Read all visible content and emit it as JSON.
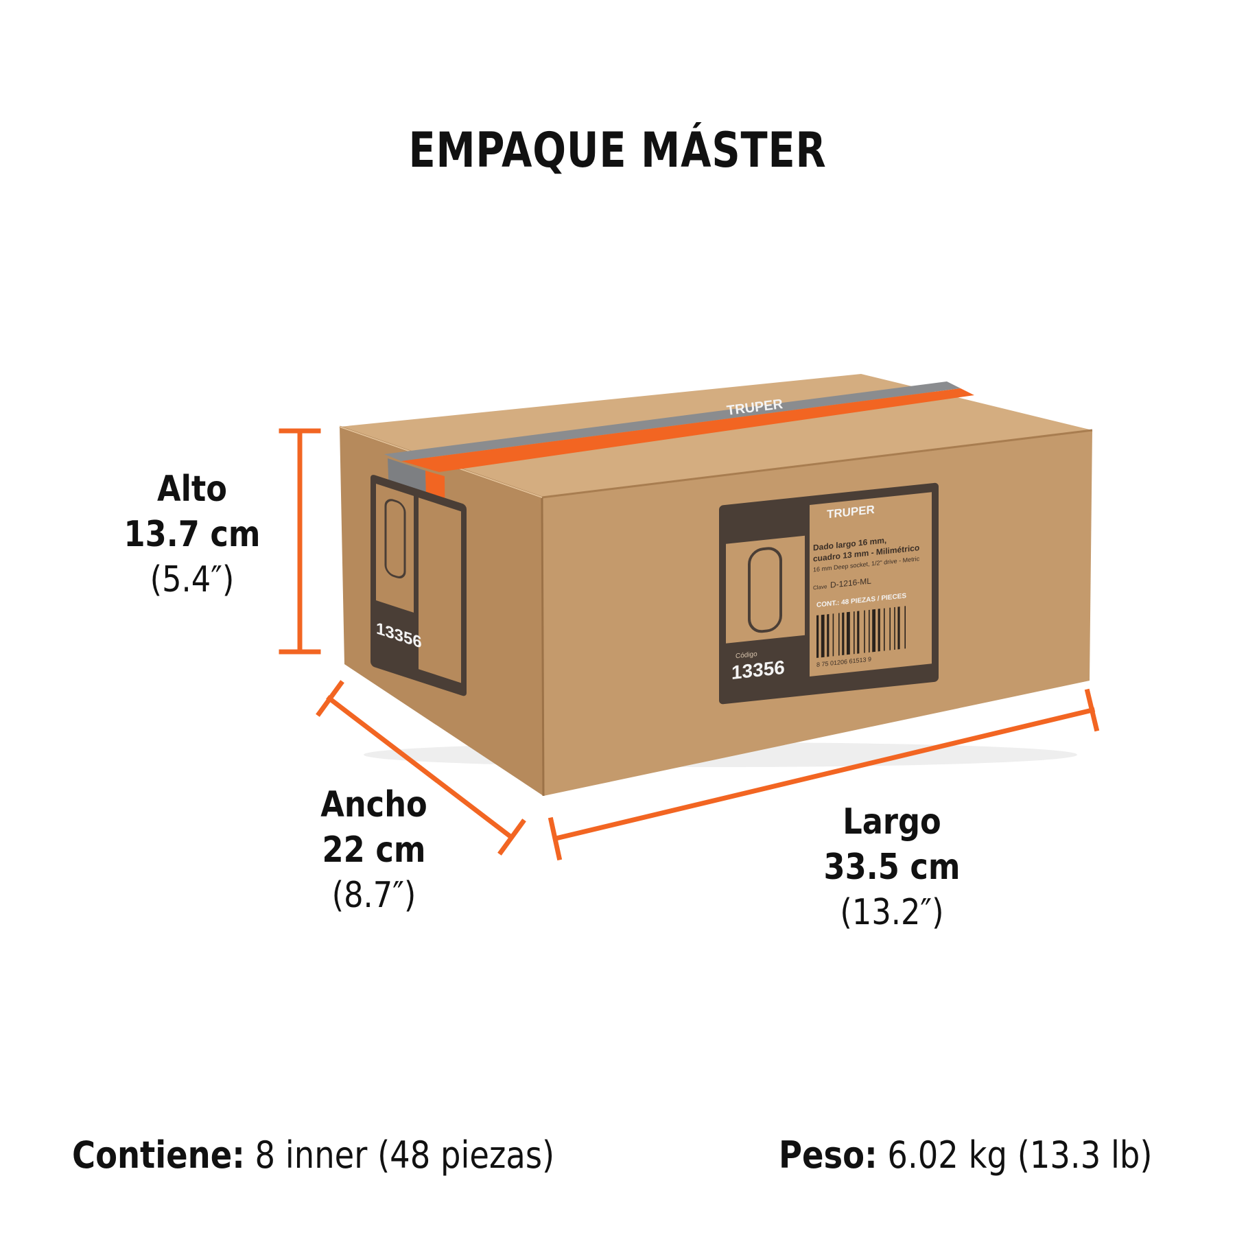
{
  "title": "EMPAQUE MÁSTER",
  "dimensions": {
    "alto": {
      "label": "Alto",
      "cm": "13.7 cm",
      "inch": "(5.4″)"
    },
    "ancho": {
      "label": "Ancho",
      "cm": "22 cm",
      "inch": "(8.7″)"
    },
    "largo": {
      "label": "Largo",
      "cm": "33.5 cm",
      "inch": "(13.2″)"
    }
  },
  "footer": {
    "contiene_label": "Contiene:",
    "contiene_value": "8 inner (48 piezas)",
    "peso_label": "Peso:",
    "peso_value": "6.02 kg (13.3 lb)"
  },
  "box_label": {
    "brand": "TRUPER",
    "description_1": "Dado largo 16 mm,",
    "description_2": "cuadro 13 mm - Milimétrico",
    "description_en": "16 mm Deep socket, 1/2\" drive - Metric",
    "clave_label": "Clave",
    "clave": "D-1216-ML",
    "contents": "CONT.: 48 PIEZAS / PIECES",
    "codigo_label": "Código",
    "codigo": "13356",
    "barcode_number": "8 75 01206 61513 9",
    "tape_brand": "TRUPER"
  },
  "colors": {
    "accent_orange": "#f26522",
    "cardboard_front": "#c49a6c",
    "cardboard_top": "#d4ad80",
    "cardboard_side": "#b68a5c",
    "label_dark": "#4a3e36",
    "tape_gray": "#7d7f82"
  }
}
